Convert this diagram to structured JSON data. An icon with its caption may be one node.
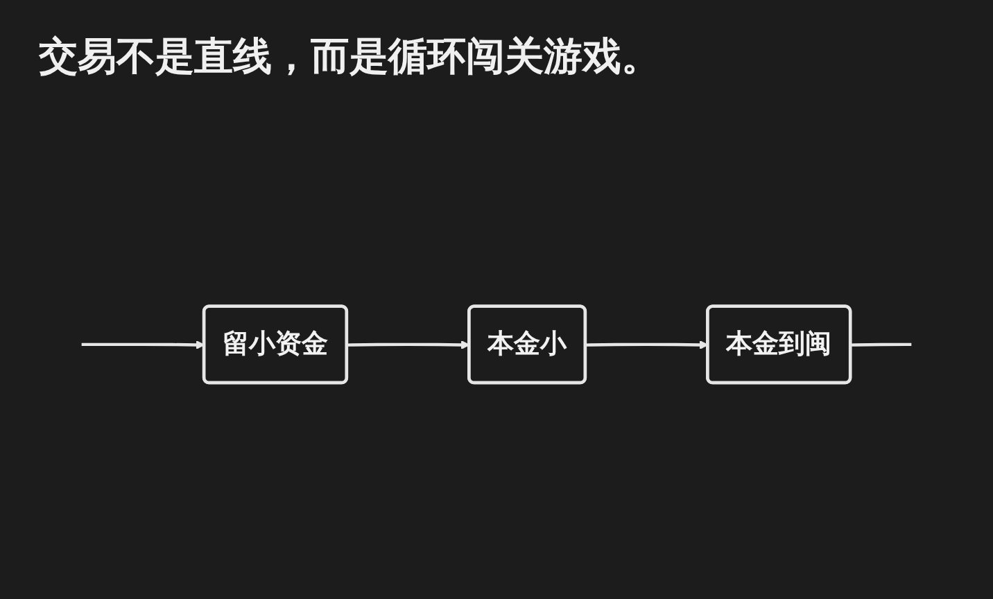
{
  "diagram": {
    "title": "交易不是直线，而是循环闯关游戏。",
    "nodes": [
      {
        "text": [
          "本金小"
        ]
      },
      {
        "text": [
          "留小资金"
        ]
      },
      {
        "text": [
          "本金到闽"
        ]
      }
    ],
    "edges": [
      {
        "from": 1,
        "to": 0,
        "arrow": "to"
      },
      {
        "from": 0,
        "to": 2,
        "arrow": "to"
      },
      {
        "from": 2,
        "to": null,
        "arrow": "none"
      },
      {
        "from": null,
        "to": 1,
        "arrow": "to"
      }
    ]
  }
}
